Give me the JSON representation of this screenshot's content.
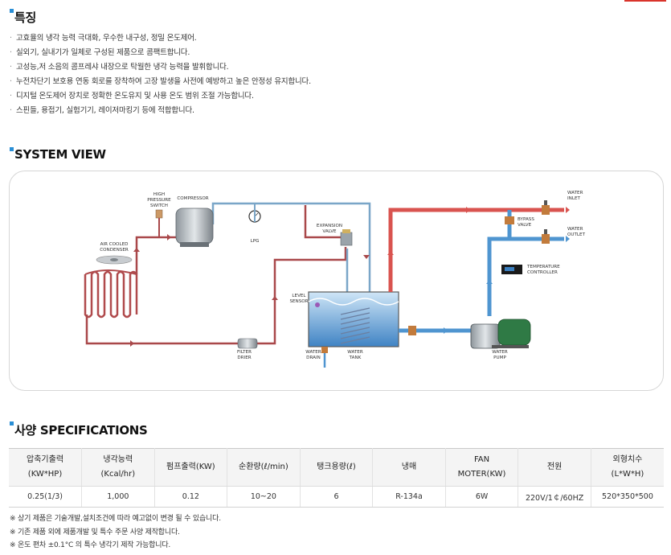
{
  "features": {
    "title": "특징",
    "items": [
      "고효율의 냉각 능력 극대화, 우수한 내구성, 정밀 온도제어.",
      "실외기, 실내기가 일체로 구성된 제품으로 콤팩트합니다.",
      "고성능,저 소음의 콤프레샤 내장으로 탁월한 냉각 능력을 발휘합니다.",
      "누전차단기 보호용 연동 회로를 장착하여 고장 발생을 사전에 예방하고 높은 안정성 유지합니다.",
      "디지털 온도제어 장치로 정확한 온도유지 및 사용 온도 범위 조절 가능합니다.",
      "스핀들, 용접기, 실험기기, 레이저마킹기 등에 적합합니다."
    ]
  },
  "system_view": {
    "title": "SYSTEM VIEW",
    "labels": {
      "hp_switch": [
        "HIGH",
        "PRESSURE",
        "SWITCH"
      ],
      "compressor": "COMPRESSOR",
      "condenser": [
        "AIR COOLED",
        "CONDENSER"
      ],
      "lpg": "LPG",
      "expansion_valve": [
        "EXPANSION",
        "VALVE"
      ],
      "filter_drier": [
        "FILTER",
        "DRIER"
      ],
      "level_sensor": [
        "LEVEL",
        "SENSOR"
      ],
      "water_drain": [
        "WATER",
        "DRAIN"
      ],
      "water_tank": [
        "WATER",
        "TANK"
      ],
      "water_pump": [
        "WATER",
        "PUMP"
      ],
      "water_inlet": [
        "WATER",
        "INLET"
      ],
      "water_outlet": [
        "WATER",
        "OUTLET"
      ],
      "bypass_valve": [
        "BYPASS",
        "VALVE"
      ],
      "temp_controller": [
        "TEMPERATURE",
        "CONTROLLER"
      ]
    },
    "colors": {
      "hot_pipe": "#d9534f",
      "refrigerant_pipe": "#a9484a",
      "water_pipe": "#4f95d0",
      "suction_pipe": "#7aa6c8"
    }
  },
  "specs": {
    "title": "사양 SPECIFICATIONS",
    "headers": [
      [
        "압축기출력",
        "(KW*HP)"
      ],
      [
        "냉각능력",
        "(Kcal/hr)"
      ],
      [
        "펌프출력(KW)"
      ],
      [
        "순환량(ℓ/min)"
      ],
      [
        "탱크용량(ℓ)"
      ],
      [
        "냉매"
      ],
      [
        "FAN",
        "MOTER(KW)"
      ],
      [
        "전원"
      ],
      [
        "외형치수",
        "(L*W*H)"
      ]
    ],
    "row": [
      "0.25(1/3)",
      "1,000",
      "0.12",
      "10~20",
      "6",
      "R-134a",
      "6W",
      "220V/1￠/60HZ",
      "520*350*500"
    ]
  },
  "notes": [
    "※ 상기 제품은 기술개발,설치조건에 따라 예고없이 변경 될 수 있습니다.",
    "※ 기존 제품 외에 제품개발 및 특수 주문 사양 제작합니다.",
    "※ 온도 편차 ±0.1°C 의 특수 냉각기 제작 가능합니다."
  ]
}
